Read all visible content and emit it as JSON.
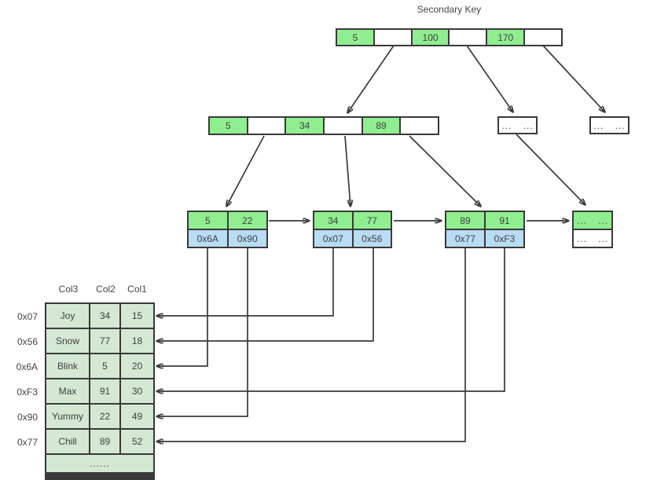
{
  "title": "Secondary Key",
  "colors": {
    "key_green": "#90EE90",
    "pointer_blue": "#B9DCF5",
    "table_green": "#D5E8D4",
    "line": "#3A3A3A"
  },
  "tree": {
    "root": {
      "cells": [
        "5",
        "",
        "100",
        "",
        "170",
        ""
      ]
    },
    "internal": {
      "cells": [
        "5",
        "",
        "34",
        "",
        "89",
        ""
      ]
    },
    "more_nodes": {
      "a": "... ...",
      "b": "... ..."
    },
    "leaves": [
      {
        "keys": [
          "5",
          "22"
        ],
        "pointers": [
          "0x6A",
          "0x90"
        ]
      },
      {
        "keys": [
          "34",
          "77"
        ],
        "pointers": [
          "0x07",
          "0x56"
        ]
      },
      {
        "keys": [
          "89",
          "91"
        ],
        "pointers": [
          "0x77",
          "0xF3"
        ]
      }
    ],
    "more_leaf": {
      "top": "... ...",
      "bottom": "... ..."
    }
  },
  "table": {
    "headers": [
      "Col3",
      "Col2",
      "Col1"
    ],
    "row_labels": [
      "0x07",
      "0x56",
      "0x6A",
      "0xF3",
      "0x90",
      "0x77"
    ],
    "rows": [
      {
        "col3": "Joy",
        "col2": "34",
        "col1": "15"
      },
      {
        "col3": "Snow",
        "col2": "77",
        "col1": "18"
      },
      {
        "col3": "Blink",
        "col2": "5",
        "col1": "20"
      },
      {
        "col3": "Max",
        "col2": "91",
        "col1": "30"
      },
      {
        "col3": "Yummy",
        "col2": "22",
        "col1": "49"
      },
      {
        "col3": "Chill",
        "col2": "89",
        "col1": "52"
      }
    ],
    "footer": "......"
  }
}
